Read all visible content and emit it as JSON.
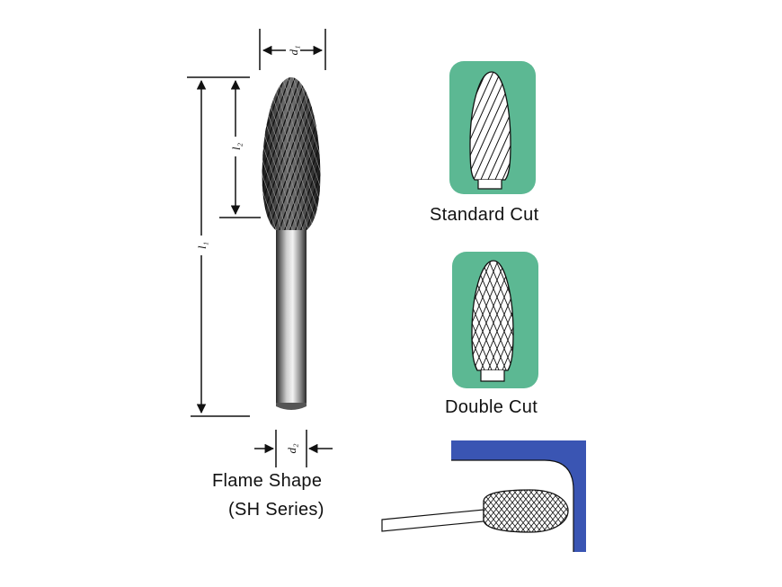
{
  "figure": {
    "dimensions": {
      "d1": "d₁",
      "d2": "d₂",
      "l1": "l₁",
      "l2": "l₂"
    },
    "cut_types": [
      {
        "label": "Standard Cut",
        "icon": "spiral-flute-icon"
      },
      {
        "label": "Double Cut",
        "icon": "diamond-cut-icon"
      }
    ],
    "shape_title_line1": "Flame  Shape",
    "shape_title_line2": "(SH Series)",
    "colors": {
      "cut_panel_bg": "#5cb893",
      "cut_panel_inner": "#ffffff",
      "workpiece_blue": "#3a55b3",
      "outline": "#111111"
    }
  }
}
